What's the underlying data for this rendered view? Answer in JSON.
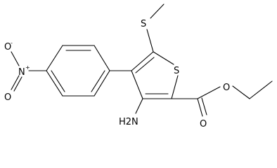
{
  "molecule": {
    "atoms": {
      "sulfur_top": "S",
      "sulfur_ring": "S",
      "amine": "H2N",
      "carbonyl_oxygen": "O",
      "ester_oxygen": "O",
      "nitro_nitrogen": "N",
      "nitro_oxygen_upper": "O",
      "nitro_oxygen_lower": "O",
      "nitro_n_charge": "+",
      "nitro_o_charge": "-"
    }
  }
}
